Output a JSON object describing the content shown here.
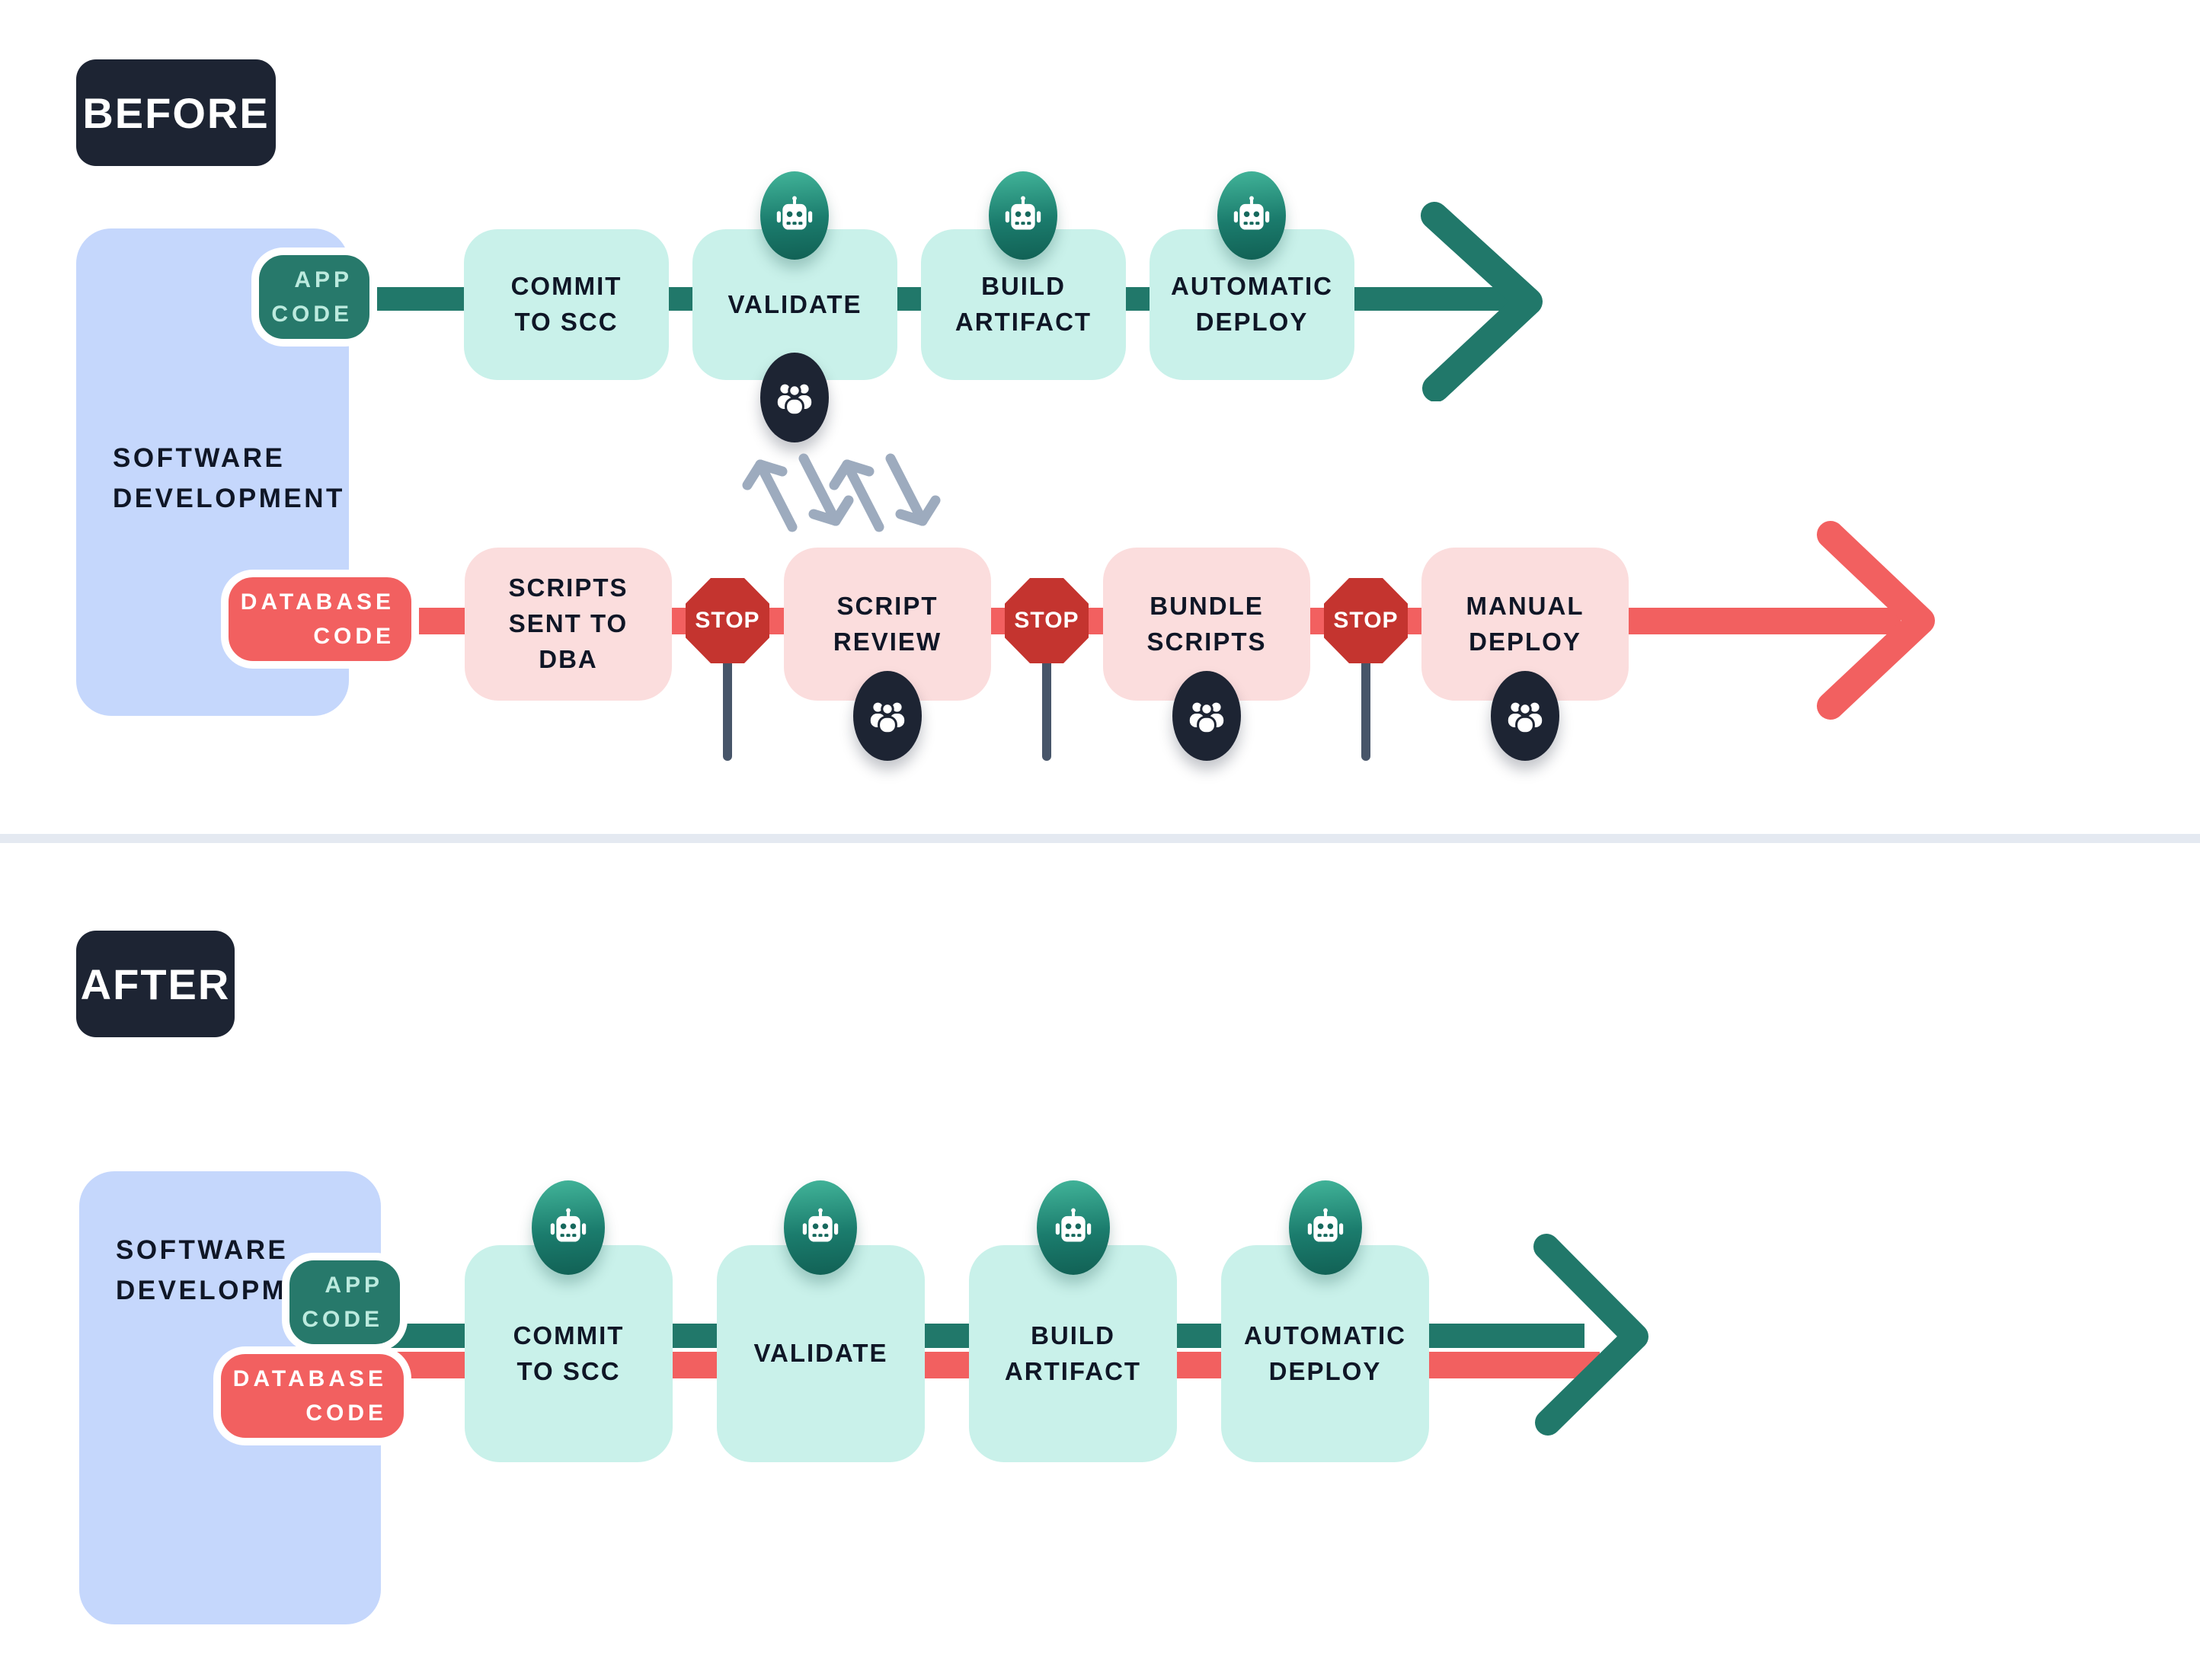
{
  "colors": {
    "navy": "#1d2433",
    "teal_dark": "#21786a",
    "teal_box": "#c9f1ea",
    "pill_teal_text": "#bceade",
    "red": "#f26060",
    "stop_red": "#c4342f",
    "pink_box": "#fbdddd",
    "blue_box": "#c5d7fc",
    "zigzag_gray": "#9dabbe",
    "pole_gray": "#475569",
    "divider": "#e4e9f1",
    "robot_gradient_top": "#3fb096",
    "robot_gradient_bottom": "#116054"
  },
  "icons": {
    "robot": "robot-icon",
    "team": "people-icon",
    "stop": "stop-sign-icon",
    "flow_arrow": "arrow-right-icon",
    "rework": "zigzag-arrows-icon"
  },
  "before": {
    "badge": "BEFORE",
    "software_box_label": "SOFTWARE\nDEVELOPMENT",
    "app_flow": {
      "pill_label": "APP\nCODE",
      "steps": [
        {
          "label": "COMMIT\nTO SCC"
        },
        {
          "label": "VALIDATE"
        },
        {
          "label": "BUILD\nARTIFACT"
        },
        {
          "label": "AUTOMATIC\nDEPLOY"
        }
      ]
    },
    "db_flow": {
      "pill_label": "DATABASE\nCODE",
      "stop_label": "STOP",
      "steps": [
        {
          "label": "SCRIPTS\nSENT TO\nDBA"
        },
        {
          "label": "SCRIPT\nREVIEW"
        },
        {
          "label": "BUNDLE\nSCRIPTS"
        },
        {
          "label": "MANUAL\nDEPLOY"
        }
      ]
    }
  },
  "after": {
    "badge": "AFTER",
    "software_box_label": "SOFTWARE\nDEVELOPMENT",
    "app_pill_label": "APP\nCODE",
    "db_pill_label": "DATABASE\nCODE",
    "steps": [
      {
        "label": "COMMIT\nTO SCC"
      },
      {
        "label": "VALIDATE"
      },
      {
        "label": "BUILD\nARTIFACT"
      },
      {
        "label": "AUTOMATIC\nDEPLOY"
      }
    ]
  }
}
